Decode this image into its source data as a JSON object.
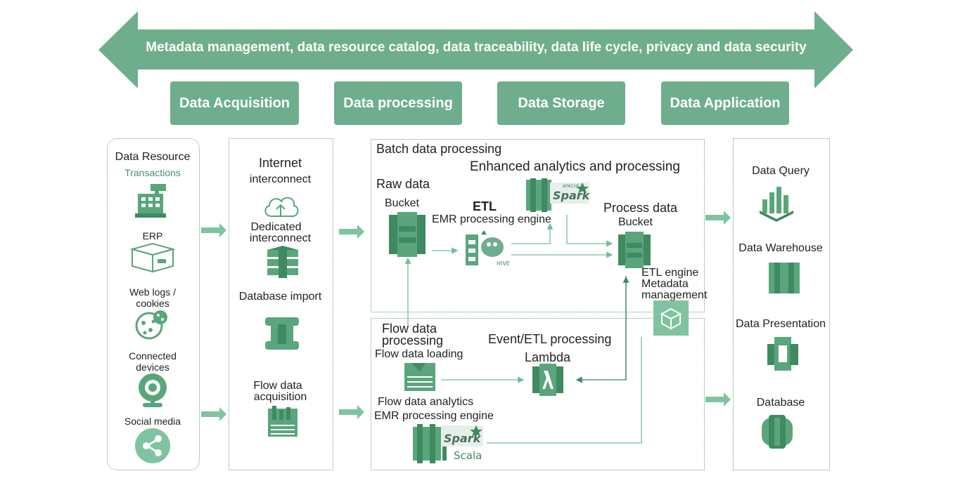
{
  "banner": {
    "text": "Metadata management, data resource catalog, data traceability, data life cycle, privacy and data security"
  },
  "stages": [
    "Data Acquisition",
    "Data processing",
    "Data Storage",
    "Data Application"
  ],
  "sources": {
    "title": "Data Resource",
    "subtitle": "Transactions",
    "items": [
      "ERP",
      "Web logs /",
      "cookies",
      "Connected",
      "devices",
      "Social media"
    ]
  },
  "acquisition": {
    "internet": "Internet",
    "interconnect": "interconnect",
    "dedicated": "Dedicated",
    "dedicated2": "interconnect",
    "db_import": "Database import",
    "flow": "Flow data",
    "flow2": "acquisition"
  },
  "batch": {
    "title": "Batch data processing",
    "enhanced": "Enhanced analytics and processing",
    "raw": "Raw data",
    "bucket": "Bucket",
    "etl": "ETL",
    "emr": "EMR processing engine",
    "process": "Process data",
    "bucket2": "Bucket",
    "etl_engine": "ETL engine",
    "metadata": "Metadata",
    "management": "management",
    "spark": "Spark",
    "spark_small": "APACHE",
    "hive": "HIVE"
  },
  "flow": {
    "title1": "Flow data",
    "title2": "processing",
    "loading": "Flow data loading",
    "event": "Event/ETL processing",
    "lambda": "Lambda",
    "analytics": "Flow data analytics",
    "emr": "EMR processing engine",
    "spark": "Spark",
    "scala": "Scala"
  },
  "application": {
    "items": [
      "Data Query",
      "Data Warehouse",
      "Data Presentation",
      "Database"
    ]
  },
  "colors": {
    "primary": "#6fae8c",
    "icon": "#5ba57c",
    "icon_dark": "#3f8a60",
    "arrow": "#7fc3a0",
    "line": "#6fbf98"
  }
}
